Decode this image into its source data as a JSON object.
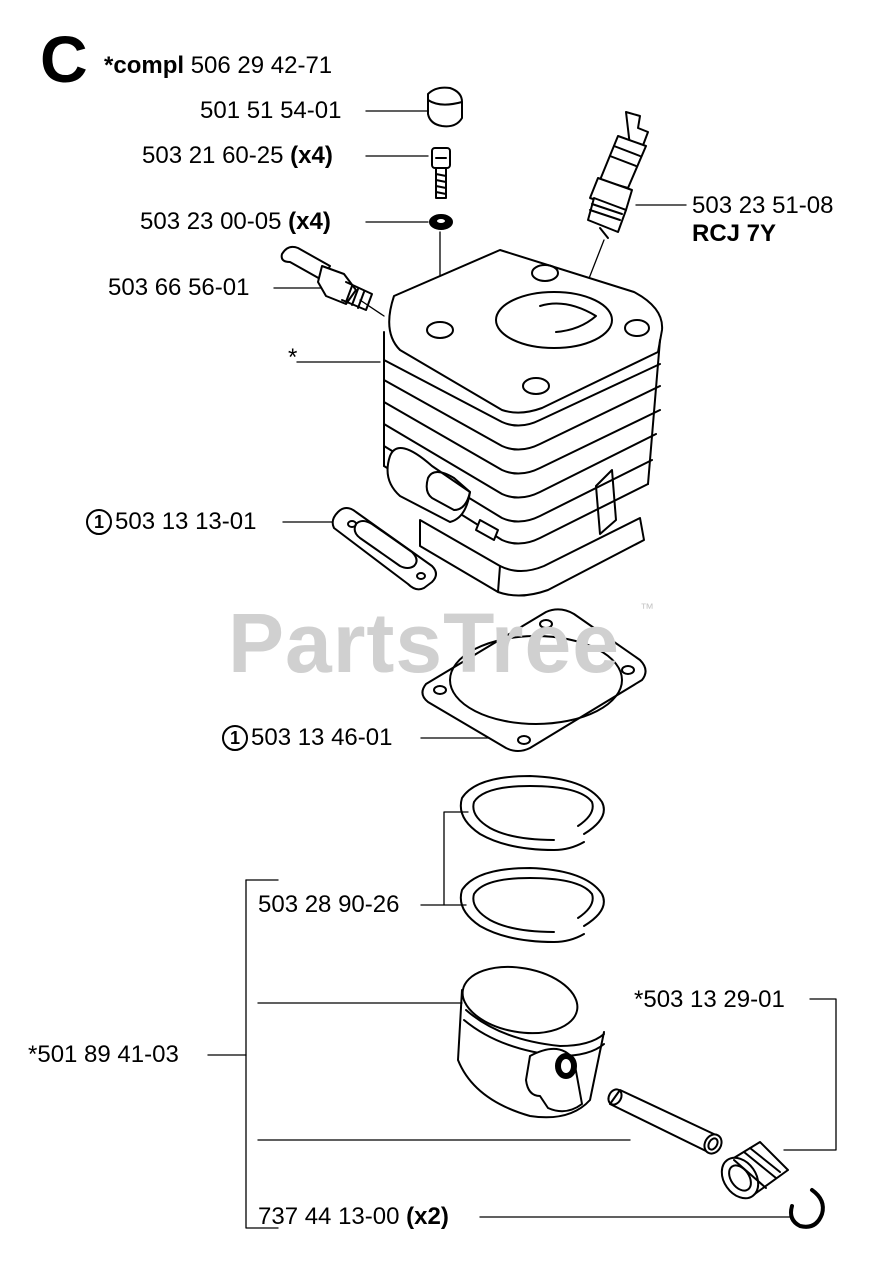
{
  "section": {
    "letter": "C",
    "compl_prefix": "*compl",
    "compl_number": "506 29 42-71"
  },
  "watermark": {
    "text": "PartsTree",
    "tm": "™"
  },
  "parts": [
    {
      "number": "501 51 54-01",
      "qty": "",
      "sub": ""
    },
    {
      "number": "503 21 60-25",
      "qty": "(x4)",
      "sub": ""
    },
    {
      "number": "503 23 00-05",
      "qty": "(x4)",
      "sub": ""
    },
    {
      "number": "503 66 56-01",
      "qty": "",
      "sub": ""
    },
    {
      "number": "503 23 51-08",
      "qty": "",
      "sub": "RCJ 7Y"
    },
    {
      "number": "*",
      "qty": "",
      "sub": ""
    },
    {
      "number": "503 13 13-01",
      "qty": "",
      "sub": "",
      "circle": "1"
    },
    {
      "number": "503 13 46-01",
      "qty": "",
      "sub": "",
      "circle": "1"
    },
    {
      "number": "503 28 90-26",
      "qty": "",
      "sub": ""
    },
    {
      "number": "*503 13 29-01",
      "qty": "",
      "sub": ""
    },
    {
      "number": "*501 89 41-03",
      "qty": "",
      "sub": ""
    },
    {
      "number": "737 44 13-00",
      "qty": "(x2)",
      "sub": ""
    }
  ],
  "colors": {
    "ink": "#000000",
    "watermark": "#d0d0d0",
    "background": "#ffffff"
  }
}
